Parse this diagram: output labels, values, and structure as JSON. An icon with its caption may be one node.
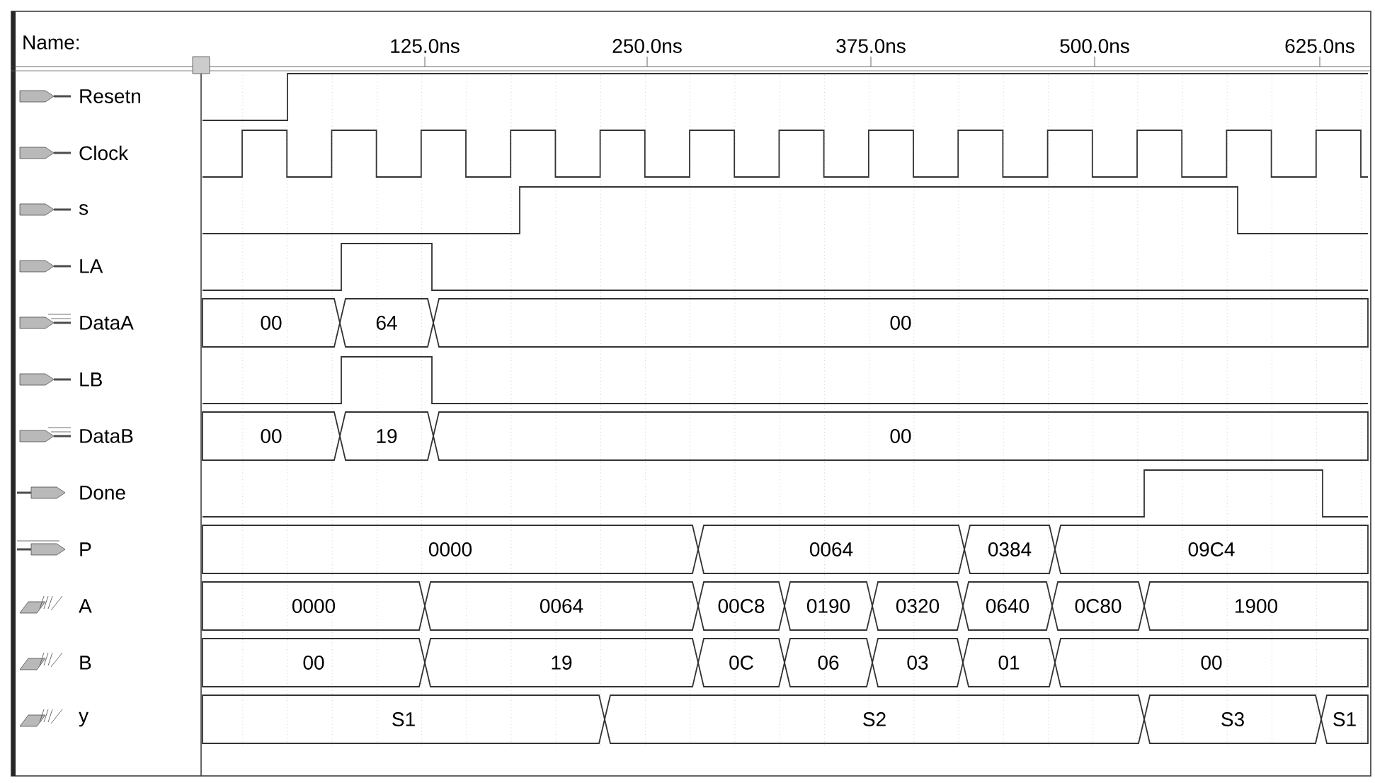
{
  "diagram": {
    "labels": [
      "Name:",
      "125.0ns",
      "250.0ns",
      "375.0ns",
      "500.0ns",
      "625.0ns",
      "Resetn",
      "Clock",
      "s",
      "LA",
      "DataA",
      "00",
      "64",
      "00",
      "LB",
      "DataB",
      "00",
      "19",
      "00",
      "Done",
      "P",
      "0000",
      "0064",
      "0384",
      "09C4",
      "A",
      "0000",
      "0064",
      "00C8",
      "0190",
      "0320",
      "0640",
      "0C80",
      "1900",
      "B",
      "00",
      "19",
      "0C",
      "06",
      "03",
      "01",
      "00",
      "y",
      "S1",
      "S2",
      "S3",
      "S1"
    ]
  }
}
